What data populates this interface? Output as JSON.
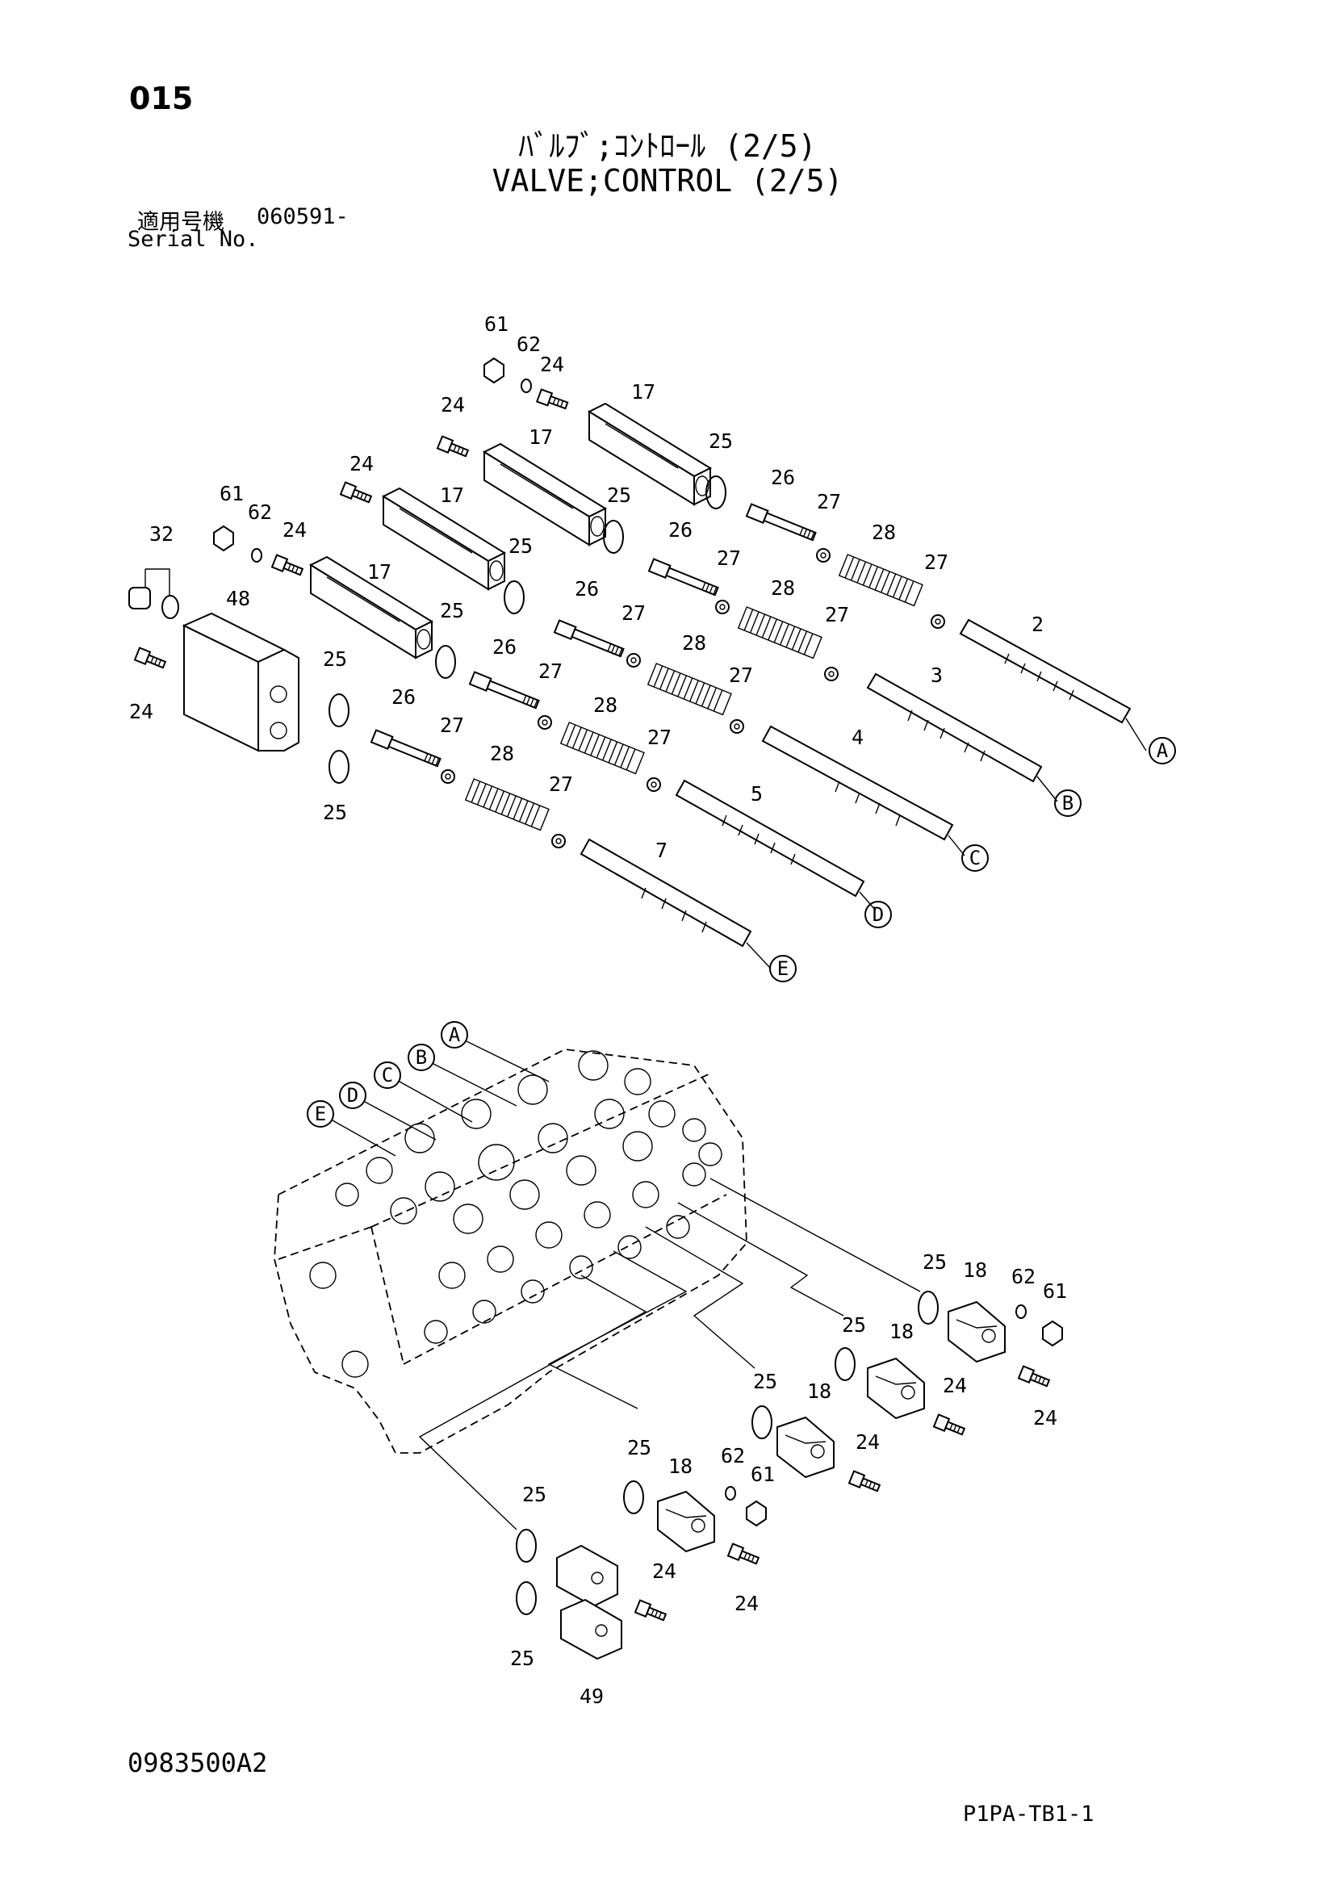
{
  "header": {
    "page_number": "015",
    "title_jp": "ﾊﾞﾙﾌﾞ;ｺﾝﾄﾛｰﾙ (2/5)",
    "title_en": "VALVE;CONTROL (2/5)",
    "serial_label_jp": "適用号機",
    "serial_value": "060591-",
    "serial_label_en": "Serial No."
  },
  "footer": {
    "doc_code": "0983500A2",
    "ref_code": "P1PA-TB1-1"
  },
  "callouts": {
    "p61": "61",
    "p62": "62",
    "p24": "24",
    "p17": "17",
    "p25": "25",
    "p26": "26",
    "p27": "27",
    "p28": "28",
    "p32": "32",
    "p48": "48",
    "p2": "2",
    "p3": "3",
    "p4": "4",
    "p5": "5",
    "p7": "7",
    "p18": "18",
    "p49": "49"
  },
  "spool_markers": [
    "A",
    "B",
    "C",
    "D",
    "E"
  ]
}
